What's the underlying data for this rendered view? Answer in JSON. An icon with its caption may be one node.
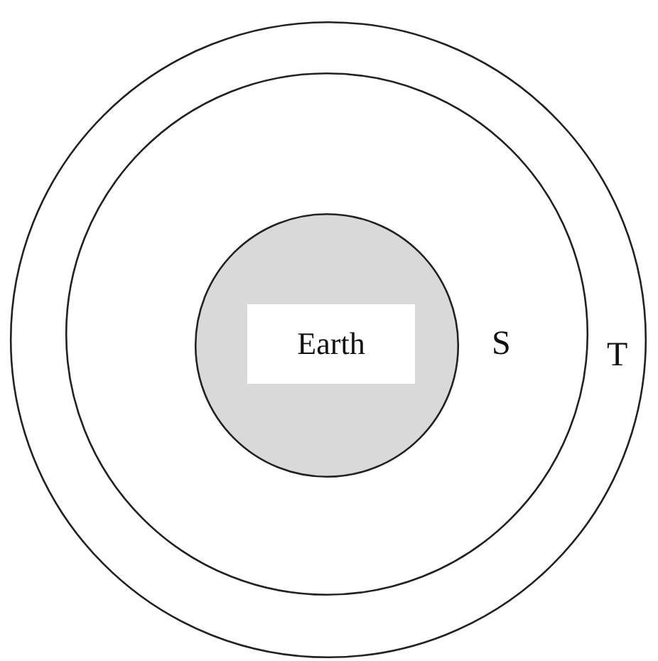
{
  "diagram": {
    "nodes": [
      {
        "text": [],
        "shape": "circle"
      },
      {
        "text": [],
        "shape": "circle",
        "in": 0
      },
      {
        "text": [
          "Earth"
        ],
        "in": 1
      }
    ],
    "labels": [
      "S",
      "T"
    ]
  }
}
